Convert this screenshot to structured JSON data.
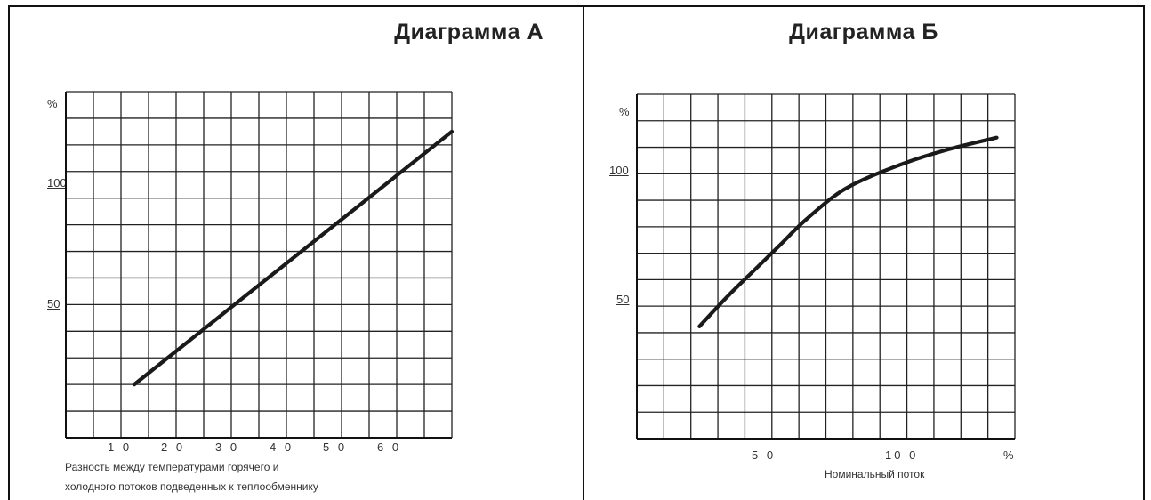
{
  "chart_data": [
    {
      "type": "line",
      "title": "Диаграмма А",
      "ylabel": "%",
      "y_ticks": [
        "100",
        "50"
      ],
      "x_ticks": [
        "1 0",
        "2 0",
        "3 0",
        "4 0",
        "5 0",
        "6 0"
      ],
      "xlabel_lines": [
        "Разность между температурами горячего и",
        "холодного потоков подведенных к теплообменнику"
      ],
      "xlim": [
        0,
        70
      ],
      "ylim": [
        0,
        130
      ],
      "grid": true,
      "series": [
        {
          "x": [
            12.4,
            70
          ],
          "y": [
            20,
            115
          ]
        }
      ]
    },
    {
      "type": "line",
      "title": "Диаграмма Б",
      "ylabel": "%",
      "y_ticks": [
        "100",
        "50"
      ],
      "x_ticks": [
        "5 0",
        "10 0",
        "%"
      ],
      "xlabel_lines": [
        "Номинальный поток"
      ],
      "xlim": [
        0,
        145
      ],
      "ylim": [
        0,
        135
      ],
      "grid": true,
      "series": [
        {
          "x": [
            24,
            35,
            45,
            55,
            65,
            80,
            100,
            118,
            138
          ],
          "y": [
            44,
            56,
            66,
            76,
            86,
            98,
            107,
            113,
            118
          ]
        }
      ]
    }
  ]
}
